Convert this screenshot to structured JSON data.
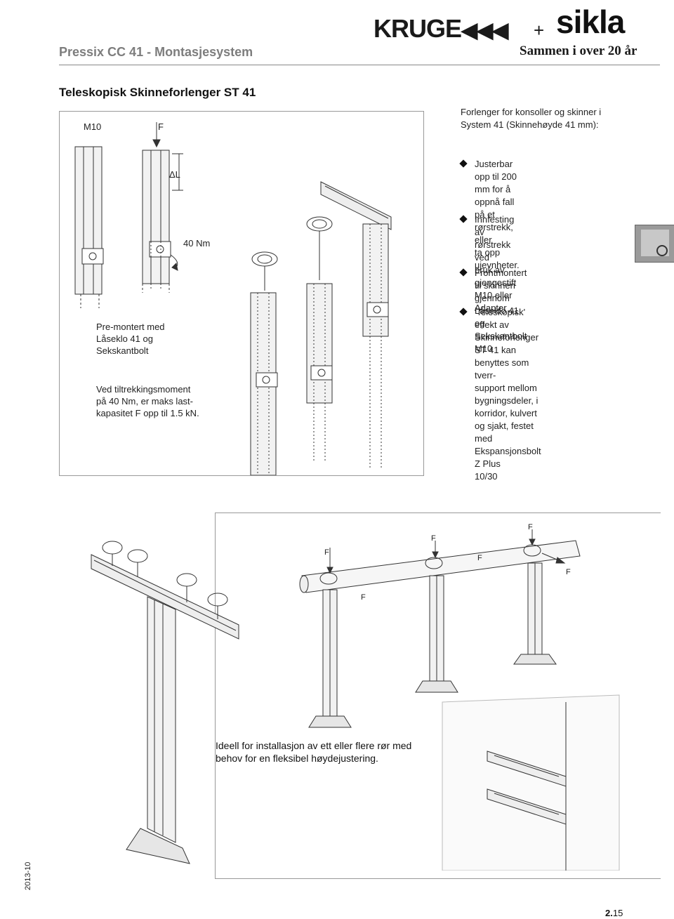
{
  "header": {
    "title": "Pressix CC 41 - Montasjesystem",
    "logo_kruge": "KRUGE",
    "logo_plus": "+",
    "logo_sikla": "sikla",
    "tagline": "Sammen i over 20 år"
  },
  "section_title": "Teleskopisk Skinneforlenger ST 41",
  "figure1": {
    "label_m10": "M10",
    "label_f": "F",
    "label_delta_l": "ΔL",
    "label_torque": "40 Nm",
    "note_premount": "Pre-montert med\nLåseklo 41 og\nSekskantbolt",
    "note_torque": "Ved tiltrekkingsmoment\npå 40 Nm, er maks last-\nkapasitet F opp til 1.5 kN."
  },
  "intro": "Forlenger for konsoller og skinner i\nSystem 41 (Skinnehøyde 41 mm):",
  "features": [
    "Justerbar opp til 200 mm for å\noppnå fall på et rørstrekk, eller\nta opp ujevnheter.",
    "Innfesting av rørstrekk ved\nbruk av gjengestift M10 eller\nAdapter",
    "Frontmontert til skinnen gjennom\nLåseklo 41 og Sekskantbolt M10",
    "'Teleskopisk' effekt av Skinneforlenger\nST 41 kan benyttes som tverr-\nsupport mellom bygningsdeler, i\nkorridor, kulvert og sjakt, festet\nmed Ekspansjonsbolt Z Plus\n10/30"
  ],
  "figure2": {
    "force_labels": [
      "F",
      "F",
      "F",
      "F",
      "F",
      "F"
    ],
    "caption": "Ideell for installasjon av ett eller flere rør med\nbehov for en fleksibel høydejustering."
  },
  "footer": {
    "year_code": "2013-10",
    "page_prefix": "2.",
    "page_suffix": "15"
  }
}
